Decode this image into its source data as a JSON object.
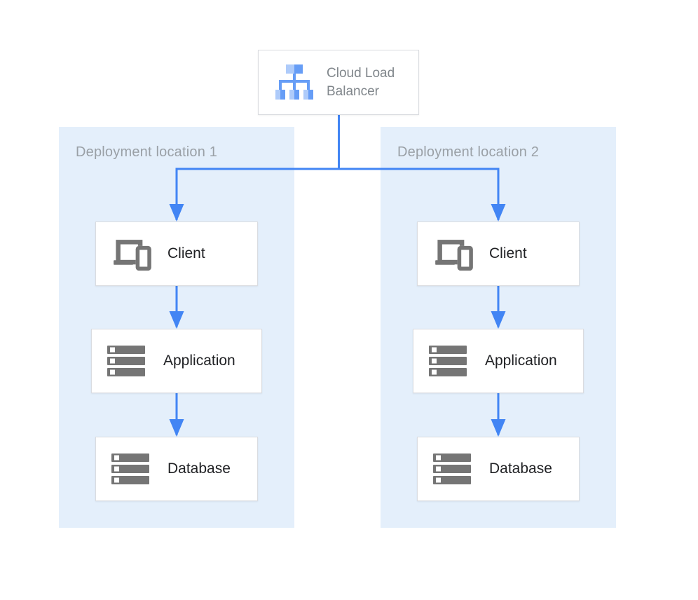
{
  "load_balancer": {
    "label": "Cloud Load Balancer",
    "icon": "cloud-load-balancer-icon"
  },
  "zones": [
    {
      "label": "Deployment location 1",
      "nodes": [
        {
          "id": "client",
          "label": "Client",
          "icon": "client-devices-icon"
        },
        {
          "id": "application",
          "label": "Application",
          "icon": "server-stack-icon"
        },
        {
          "id": "database",
          "label": "Database",
          "icon": "server-stack-icon"
        }
      ]
    },
    {
      "label": "Deployment location 2",
      "nodes": [
        {
          "id": "client",
          "label": "Client",
          "icon": "client-devices-icon"
        },
        {
          "id": "application",
          "label": "Application",
          "icon": "server-stack-icon"
        },
        {
          "id": "database",
          "label": "Database",
          "icon": "server-stack-icon"
        }
      ]
    }
  ],
  "connections": [
    {
      "from": "load-balancer",
      "to": "zone-1-client"
    },
    {
      "from": "load-balancer",
      "to": "zone-2-client"
    },
    {
      "from": "zone-1-client",
      "to": "zone-1-application"
    },
    {
      "from": "zone-1-application",
      "to": "zone-1-database"
    },
    {
      "from": "zone-2-client",
      "to": "zone-2-application"
    },
    {
      "from": "zone-2-application",
      "to": "zone-2-database"
    }
  ],
  "colors": {
    "arrow": "#4285F4",
    "zone_bg": "#E4EFFB",
    "node_border": "#DADCE0",
    "icon_gray": "#757575",
    "zone_label": "#9AA0A6",
    "lb_text": "#80868B",
    "node_label": "#202124",
    "lb_icon_light": "#AECBFA",
    "lb_icon_mid": "#669DF6"
  }
}
